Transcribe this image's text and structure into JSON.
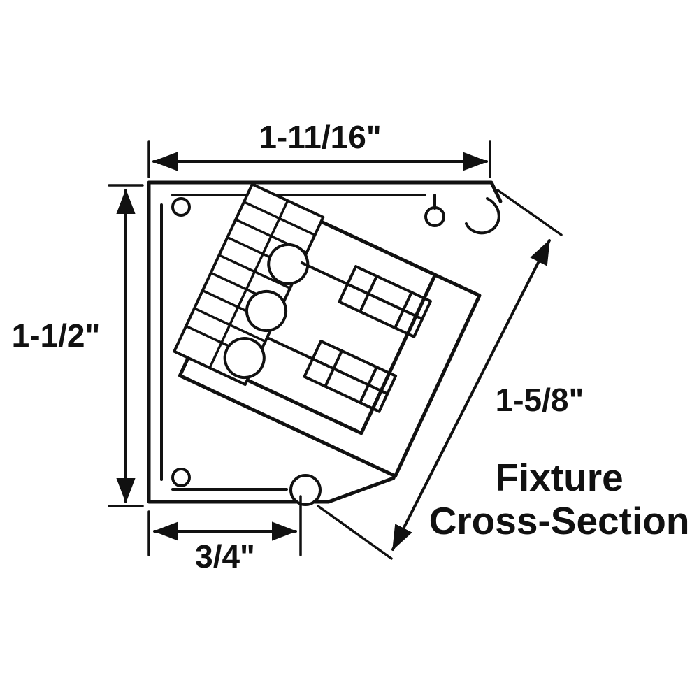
{
  "diagram": {
    "title": "Fixture Cross-Section",
    "title_line1": "Fixture",
    "title_line2": "Cross-Section",
    "type": "technical-cross-section-drawing",
    "subject": "lighting fixture extrusion profile with lamp-holder assembly",
    "dimensions": {
      "top_width": "1-11/16\"",
      "left_height": "1-1/2\"",
      "bottom_width": "3/4\"",
      "diagonal_depth": "1-5/8\""
    },
    "colors": {
      "line": "#111111",
      "background": "#ffffff"
    }
  }
}
